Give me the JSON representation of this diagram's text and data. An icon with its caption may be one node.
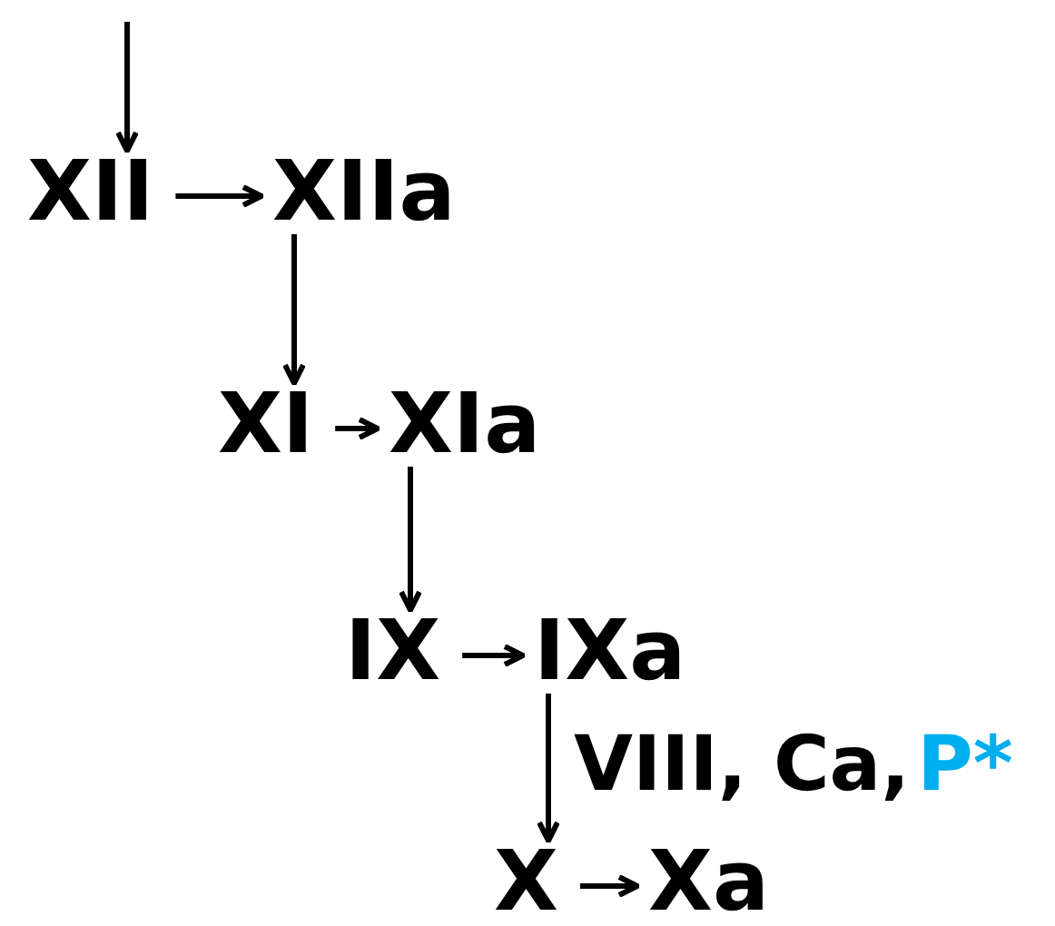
{
  "diagram": {
    "nodes": [
      {
        "text": [
          "XII"
        ]
      },
      {
        "text": [
          "XIIa"
        ]
      },
      {
        "text": [
          "XI"
        ]
      },
      {
        "text": [
          "XIa"
        ]
      },
      {
        "text": [
          "IX"
        ]
      },
      {
        "text": [
          "IXa"
        ]
      },
      {
        "text": [
          "X"
        ]
      },
      {
        "text": [
          "Xa"
        ]
      }
    ],
    "edges": [
      {
        "from": null,
        "to": 0,
        "arrow": "to"
      },
      {
        "from": 0,
        "to": 1,
        "arrow": "to"
      },
      {
        "from": 1,
        "to": 2,
        "arrow": "to"
      },
      {
        "from": 2,
        "to": 3,
        "arrow": "to"
      },
      {
        "from": 3,
        "to": 4,
        "arrow": "to"
      },
      {
        "from": 4,
        "to": 5,
        "arrow": "to"
      },
      {
        "from": 5,
        "to": 6,
        "arrow": "to",
        "label": "VIII, Ca,"
      },
      {
        "from": 6,
        "to": 7,
        "arrow": "to"
      }
    ],
    "labels": [
      "P*"
    ]
  }
}
